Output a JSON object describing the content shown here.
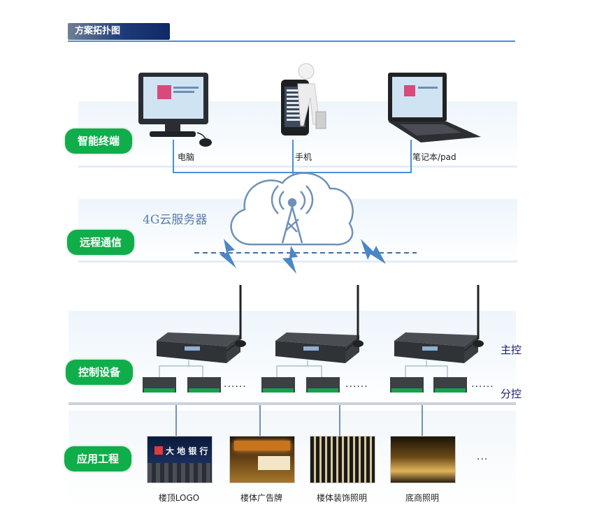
{
  "header": {
    "title": "方案拓扑图"
  },
  "layers": {
    "terminal": "智能终端",
    "remote": "远程通信",
    "control": "控制设备",
    "application": "应用工程"
  },
  "devices": {
    "pc": "电脑",
    "phone": "手机",
    "laptop": "笔记本/pad"
  },
  "cloud": {
    "label": "4G云服务器"
  },
  "control_labels": {
    "master": "主控",
    "slave": "分控"
  },
  "slave_dots": "......",
  "applications": [
    {
      "label": "楼顶LOGO",
      "sign_text": "大 地 银 行"
    },
    {
      "label": "楼体广告牌"
    },
    {
      "label": "楼体装饰照明"
    },
    {
      "label": "底商照明"
    }
  ],
  "app_more": "...",
  "colors": {
    "pill": "#0fae4a",
    "line": "#4a8fd9",
    "cloud": "#5a7da8",
    "side_label": "#1a1f6e"
  }
}
